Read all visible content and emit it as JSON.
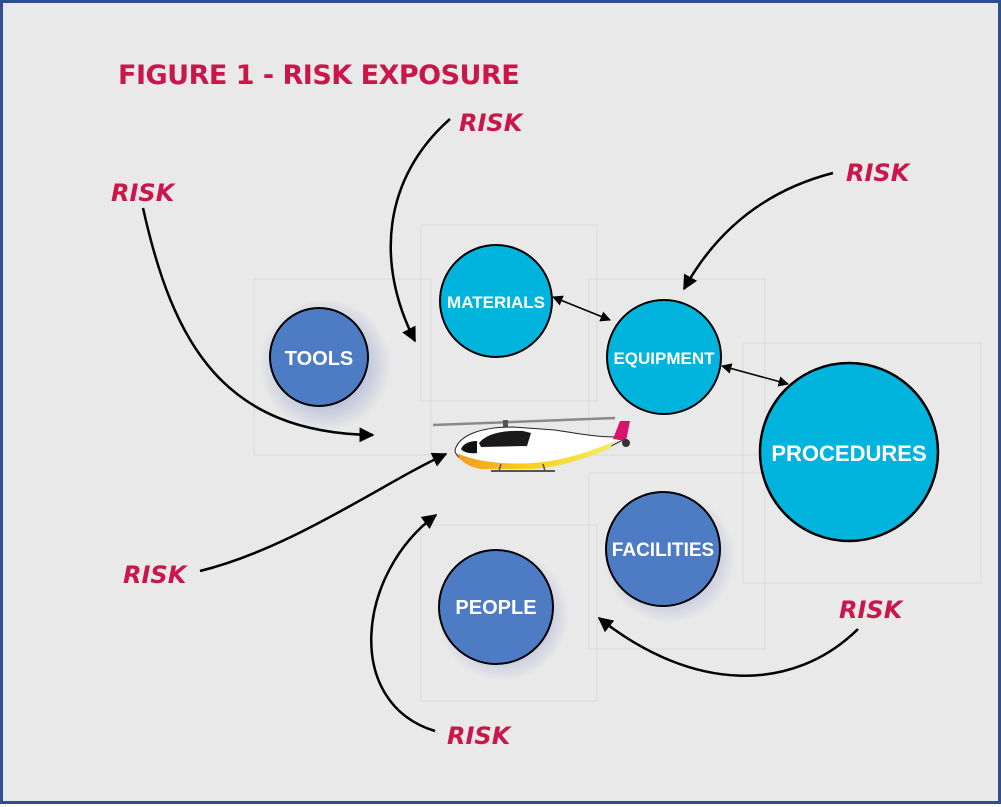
{
  "title": "FIGURE 1 - RISK EXPOSURE",
  "colors": {
    "title": "#c8174a",
    "risk": "#c8174a",
    "dark_node": "#4d7cc4",
    "light_node": "#00b4de",
    "border": "#2d4f8f",
    "background": "#e9e9e9"
  },
  "nodes": {
    "tools": "TOOLS",
    "materials": "MATERIALS",
    "equipment": "EQUIPMENT",
    "procedures": "PROCEDURES",
    "facilities": "FACILITIES",
    "people": "PEOPLE"
  },
  "risks": [
    "RISK",
    "RISK",
    "RISK",
    "RISK",
    "RISK",
    "RISK"
  ],
  "center_icon": "helicopter-icon"
}
